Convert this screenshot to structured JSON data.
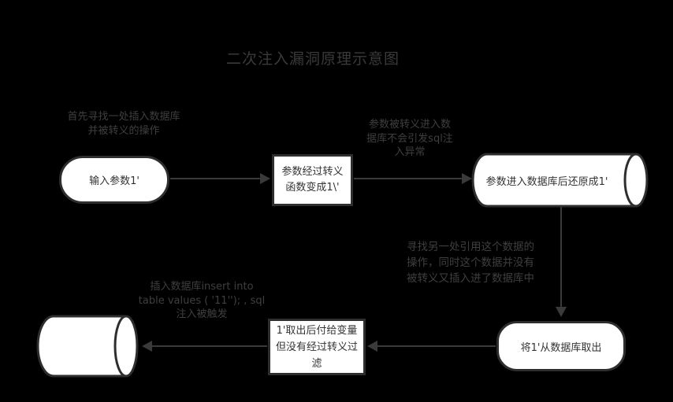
{
  "title": "二次注入漏洞原理示意图",
  "colors": {
    "background": "#000000",
    "shape_fill": "#ffffff",
    "shape_border": "#2e2e2e",
    "shape_text": "#333333",
    "annotation_text": "#3f3f3f",
    "arrow": "#3a3a3a"
  },
  "nodes": {
    "input_param": {
      "shape": "stadium",
      "label": "输入参数1'"
    },
    "escape_function": {
      "shape": "rectangle",
      "label": "参数经过转义\n函数变成1\\'"
    },
    "database_top": {
      "shape": "cylinder",
      "label": "参数进入数据库后还原成1'"
    },
    "fetch_from_db": {
      "shape": "rounded-rectangle",
      "label": "将1'从数据库取出"
    },
    "assign_variable": {
      "shape": "rectangle",
      "label": "1'取出后付给变量\n但没有经过转义过\n滤"
    },
    "database_bottom": {
      "shape": "cylinder",
      "label": ""
    }
  },
  "annotations": {
    "find_insert": "首先寻找一处插入数据库\n并被转义的操作",
    "escaped_no_error": "参数被转义进入数\n据库不会引发sql注\n入异常",
    "find_reference": "寻找另一处引用这个数据的\n操作，同时这个数据并没有\n被转义又插入进了数据库中",
    "injection_triggered": "插入数据库insert into\ntable values ( '11''); , sql\n注入被触发"
  },
  "edges": [
    {
      "from": "input_param",
      "to": "escape_function"
    },
    {
      "from": "escape_function",
      "to": "database_top",
      "annotation": "escaped_no_error"
    },
    {
      "from": "database_top",
      "to": "fetch_from_db",
      "annotation": "find_reference"
    },
    {
      "from": "fetch_from_db",
      "to": "assign_variable"
    },
    {
      "from": "assign_variable",
      "to": "database_bottom",
      "annotation": "injection_triggered"
    }
  ]
}
